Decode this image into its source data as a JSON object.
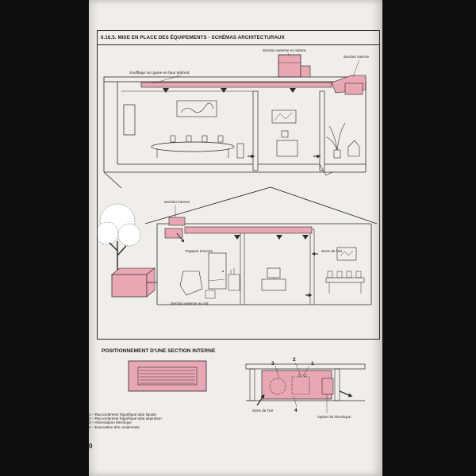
{
  "section_heading": "6.16.5.  MISE EN PLACE DES ÉQUIPEMENTS - SCHÉMAS ARCHITECTURAUX",
  "diagram1": {
    "label_soufflage": "Soufflage sur gaine en faux plafond",
    "label_section_externe_toiture": "Section externe en toiture",
    "label_section_interne": "Section interne"
  },
  "diagram2": {
    "label_section_interne": "Section interne",
    "label_trappes": "Trappes d'accès",
    "label_sens_air": "Sens de l'air",
    "label_section_externe_sol": "Section externe au sol"
  },
  "positioning": {
    "title": "POSITIONNEMENT D'UNE SECTION INTERNE",
    "callouts": [
      "1",
      "2",
      "3",
      "4"
    ],
    "label_sens_air": "Sens de l'air",
    "label_option_kit": "Option kit électrique"
  },
  "legend": [
    "1 – Raccordement frigorifique tube liquide",
    "2 – Raccordement frigorifique tube aspiration",
    "3 – Alimentation électrique",
    "4 – Evacuation des condensats"
  ],
  "page_number": "0",
  "colors": {
    "duct_pink": "#e9a7b4",
    "line": "#2a2a2a",
    "paper": "#efeeeb"
  }
}
